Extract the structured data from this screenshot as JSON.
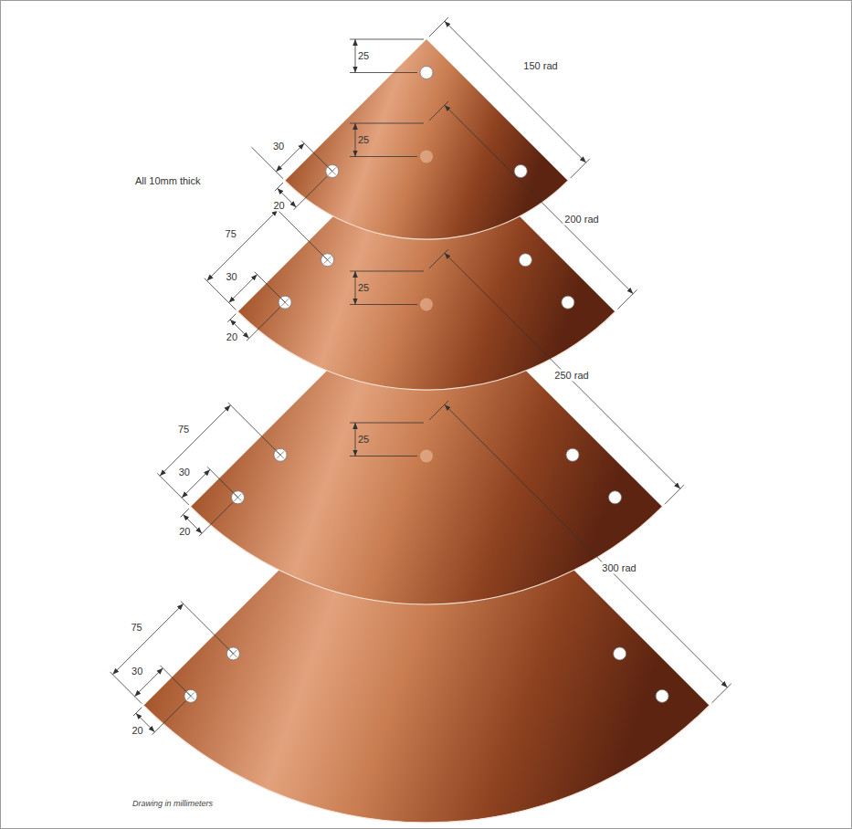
{
  "diagram": {
    "labels": [
      "25",
      "150 rad",
      "25",
      "30",
      "All 10mm thick",
      "20",
      "200 rad",
      "75",
      "30",
      "25",
      "20",
      "250 rad",
      "75",
      "30",
      "25",
      "20",
      "300 rad",
      "75",
      "30",
      "20",
      "Drawing in millimeters"
    ]
  }
}
